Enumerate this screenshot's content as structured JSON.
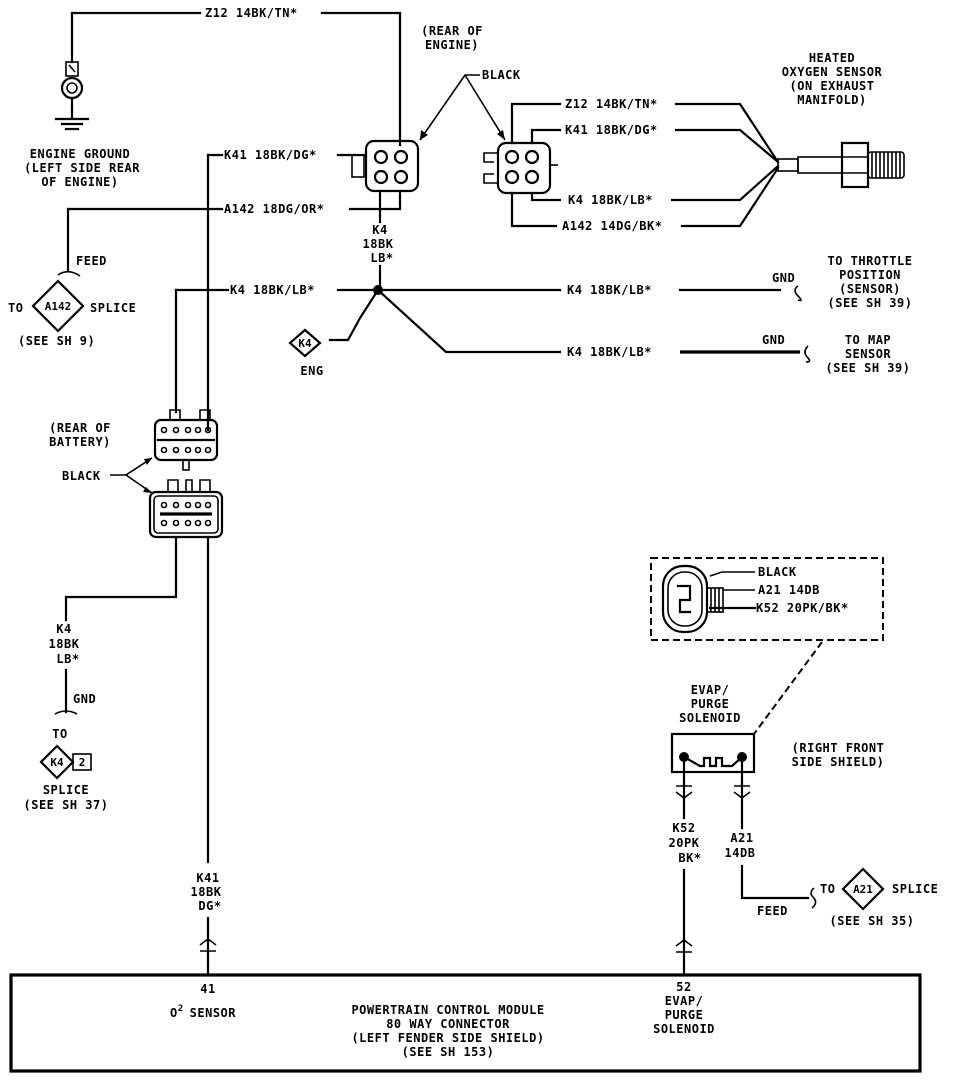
{
  "diagram": {
    "title": "Powertrain Control Module - O2 Sensor / EVAP Purge Wiring",
    "colors": {
      "ink": "#000000",
      "paper": "#ffffff"
    }
  },
  "wires": {
    "z12_top": "Z12 14BK/TN*",
    "k41_left": "K41 18BK/DG*",
    "a142_left": "A142 18DG/OR*",
    "k4_vertical": [
      "K4",
      "18BK",
      "LB*"
    ],
    "k4_left": "K4 18BK/LB*",
    "k4_tps": "K4 18BK/LB*",
    "k4_map": "K4 18BK/LB*",
    "z12_sensor": "Z12 14BK/TN*",
    "k41_sensor": "K41 18BK/DG*",
    "k4_sensor": "K4 18BK/LB*",
    "a142_sensor": "A142 14DG/BK*",
    "k4_lower": [
      "K4",
      "18BK",
      "LB*"
    ],
    "k41_lower": [
      "K41",
      "18BK",
      "DG*"
    ],
    "k52_lower": [
      "K52",
      "20PK",
      "BK*"
    ],
    "a21_lower": [
      "A21",
      "14DB"
    ]
  },
  "labels": {
    "rear_of_engine": [
      "(REAR OF",
      "ENGINE)"
    ],
    "black_top": "BLACK",
    "engine_ground": [
      "ENGINE GROUND",
      "(LEFT SIDE REAR",
      "OF ENGINE)"
    ],
    "heated_o2": [
      "HEATED",
      "OXYGEN SENSOR",
      "(ON EXHAUST",
      "MANIFOLD)"
    ],
    "feed_left": "FEED",
    "to_left": "TO",
    "splice_left": "SPLICE",
    "see_sh9": "(SEE SH 9)",
    "a142_splice_id": "A142",
    "k4_eng_id": "K4",
    "eng": "ENG",
    "gnd_tps": "GND",
    "to_tps": [
      "TO THROTTLE",
      "POSITION",
      "(SENSOR)",
      "(SEE SH 39)"
    ],
    "gnd_map": "GND",
    "to_map": [
      "TO MAP",
      "SENSOR",
      "(SEE SH 39)"
    ],
    "rear_of_battery": [
      "(REAR OF",
      "BATTERY)"
    ],
    "black_battery": "BLACK",
    "gnd_lower": "GND",
    "to_lower": "TO",
    "k4_splice_id": "K4",
    "k4_splice_num": "2",
    "splice_lower": "SPLICE",
    "see_sh37": "(SEE SH 37)",
    "evap_inset": {
      "black": "BLACK",
      "a21": "A21 14DB",
      "k52": "K52 20PK/BK*"
    },
    "evap_solenoid": [
      "EVAP/",
      "PURGE",
      "SOLENOID"
    ],
    "right_front": [
      "(RIGHT FRONT",
      "SIDE SHIELD)"
    ],
    "feed_right": "FEED",
    "to_right": "TO",
    "a21_splice_id": "A21",
    "splice_right": "SPLICE",
    "see_sh35": "(SEE SH 35)"
  },
  "pcm": {
    "pin41": "41",
    "pin41_label": "O",
    "pin41_sup": "2",
    "pin41_label_rest": "SENSOR",
    "title": [
      "POWERTRAIN CONTROL MODULE",
      "80 WAY CONNECTOR",
      "(LEFT FENDER SIDE SHIELD)",
      "(SEE SH 153)"
    ],
    "pin52": "52",
    "pin52_label": [
      "EVAP/",
      "PURGE",
      "SOLENOID"
    ]
  }
}
